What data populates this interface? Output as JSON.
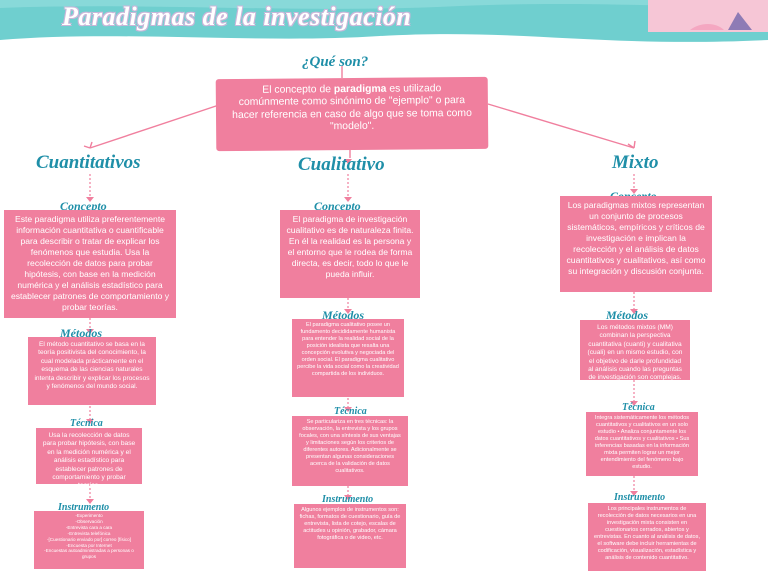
{
  "title": "Paradigmas de la investigación",
  "question": "¿Qué son?",
  "definition": {
    "pre": "El concepto de ",
    "bold": "paradigma",
    "post": " es utilizado comúnmente como sinónimo de \"ejemplo\" o para hacer referencia en caso de algo que se toma como \"modelo\"."
  },
  "columns": [
    {
      "heading": "Cuantitativos",
      "concept_label": "Concepto",
      "concept": "Este paradigma utiliza preferentemente información cuantitativa o cuantificable para describir o tratar de explicar los fenómenos que estudia. Usa la recolección de datos para probar hipótesis, con base en la medición numérica y el análisis estadístico para establecer patrones de comportamiento y probar teorías.",
      "methods_label": "Métodos",
      "methods": "El método cuantitativo se basa en la teoría positivista del conocimiento, la cual modelada prácticamente en el esquema de las ciencias naturales intenta describir y explicar los procesos y fenómenos del mundo social.",
      "technique_label": "Técnica",
      "technique": "Usa la recolección de datos para probar hipótesis, con base en la medición numérica y el análisis estadístico para establecer patrones de comportamiento y probar teorías.",
      "instrument_label": "Instrumento",
      "instrument_items": [
        "-Experimento",
        "-Observación",
        "-Entrevista cara a cara",
        "-Entrevista telefónica",
        "-[Cuestionario enviado por] correo [físico]",
        "-Encuesta por Internet",
        "-Encuestas autoadministradas a personas o grupos"
      ]
    },
    {
      "heading": "Cualitativo",
      "concept_label": "Concepto",
      "concept": "El paradigma de investigación cualitativo es de naturaleza finita. En él la realidad es la persona y el entorno que le rodea de forma directa, es decir, todo lo que le pueda influir.",
      "methods_label": "Métodos",
      "methods": "El paradigma cualitativo posee un fundamento decididamente humanista para entender la realidad social de la posición idealista que resalta una concepción evolutiva y negociada del orden social. El paradigma cualitativo percibe la vida social como la creatividad compartida de los individuos.",
      "technique_label": "Técnica",
      "technique": "Se particulariza en tres técnicas: la observación, la entrevista y los grupos focales, con una síntesis de sus ventajas y limitaciones según los criterios de diferentes autores. Adicionalmente se presentan algunas consideraciones acerca de la validación de datos cualitativos.",
      "instrument_label": "Instrumento",
      "instrument": "Algunos ejemplos de instrumentos son: fichas, formatos de cuestionario, guía de entrevista, lista de cotejo, escalas de actitudes u opinión, grabador, cámara fotográfica o de video, etc."
    },
    {
      "heading": "Mixto",
      "concept_label": "Concepto",
      "concept": "Los paradigmas mixtos representan un conjunto de procesos sistemáticos, empíricos y críticos de investigación e implican la recolección y el análisis de datos cuantitativos y cualitativos, así como su integración y discusión conjunta.",
      "methods_label": "Métodos",
      "methods": "Los métodos mixtos (MM) combinan la perspectiva cuantitativa (cuanti) y cualitativa (cuali) en un mismo estudio, con el objetivo de darle profundidad al análisis cuando las preguntas de investigación son complejas.",
      "technique_label": "Técnica",
      "technique": "Integra sistemáticamente los métodos cuantitativos y cualitativos en un solo estudio • Analiza conjuntamente los datos cuantitativos y cualitativos • Sus inferencias basadas en la información mixta permiten lograr un mejor entendimiento del fenómeno bajo estudio.",
      "instrument_label": "Instrumento",
      "instrument": "Los principales instrumentos de recolección de datos necesarios en una investigación mixta consisten en cuestionarios cerrados, abiertos y entrevistas. En cuanto al análisis de datos, el software debe incluir herramientas de codificación, visualización, estadística y análisis de contenido cuantitativo."
    }
  ],
  "colors": {
    "teal_header": "#6fcfcf",
    "pink": "#f07f9e",
    "heading_blue": "#1f8fa8",
    "connector": "#f07f9e"
  }
}
